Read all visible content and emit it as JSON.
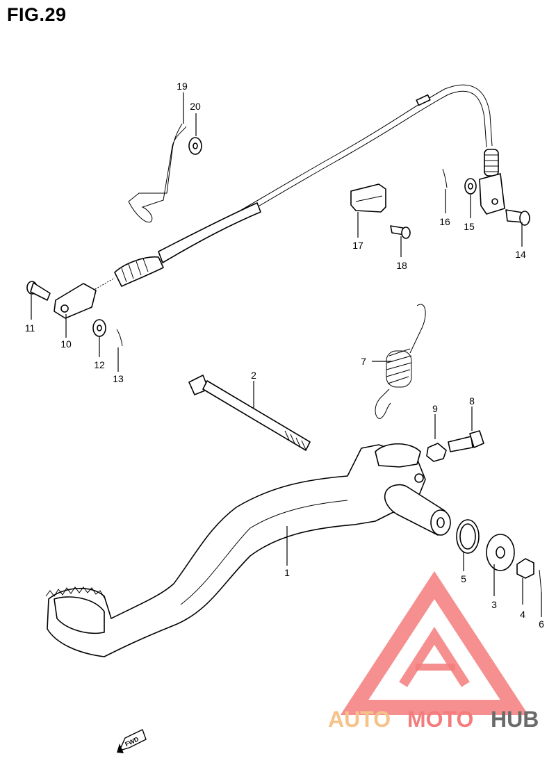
{
  "figure": {
    "title": "FIG.29"
  },
  "callouts": [
    {
      "id": "c1",
      "label": "1"
    },
    {
      "id": "c2",
      "label": "2"
    },
    {
      "id": "c3",
      "label": "3"
    },
    {
      "id": "c4",
      "label": "4"
    },
    {
      "id": "c5",
      "label": "5"
    },
    {
      "id": "c6",
      "label": "6"
    },
    {
      "id": "c7",
      "label": "7"
    },
    {
      "id": "c8",
      "label": "8"
    },
    {
      "id": "c9",
      "label": "9"
    },
    {
      "id": "c10",
      "label": "10"
    },
    {
      "id": "c11",
      "label": "11"
    },
    {
      "id": "c12",
      "label": "12"
    },
    {
      "id": "c13",
      "label": "13"
    },
    {
      "id": "c14",
      "label": "14"
    },
    {
      "id": "c15",
      "label": "15"
    },
    {
      "id": "c16",
      "label": "16"
    },
    {
      "id": "c17",
      "label": "17"
    },
    {
      "id": "c18",
      "label": "18"
    },
    {
      "id": "c19",
      "label": "19"
    },
    {
      "id": "c20",
      "label": "20"
    }
  ],
  "direction_badge": {
    "label": "FWD"
  },
  "watermark": {
    "part1": "AUTO",
    "part2": "MOTO",
    "part3": "HUB",
    "colors": {
      "primary": "#f47c7c",
      "secondary": "#f5c38a",
      "dark": "#6b6b6b"
    }
  }
}
